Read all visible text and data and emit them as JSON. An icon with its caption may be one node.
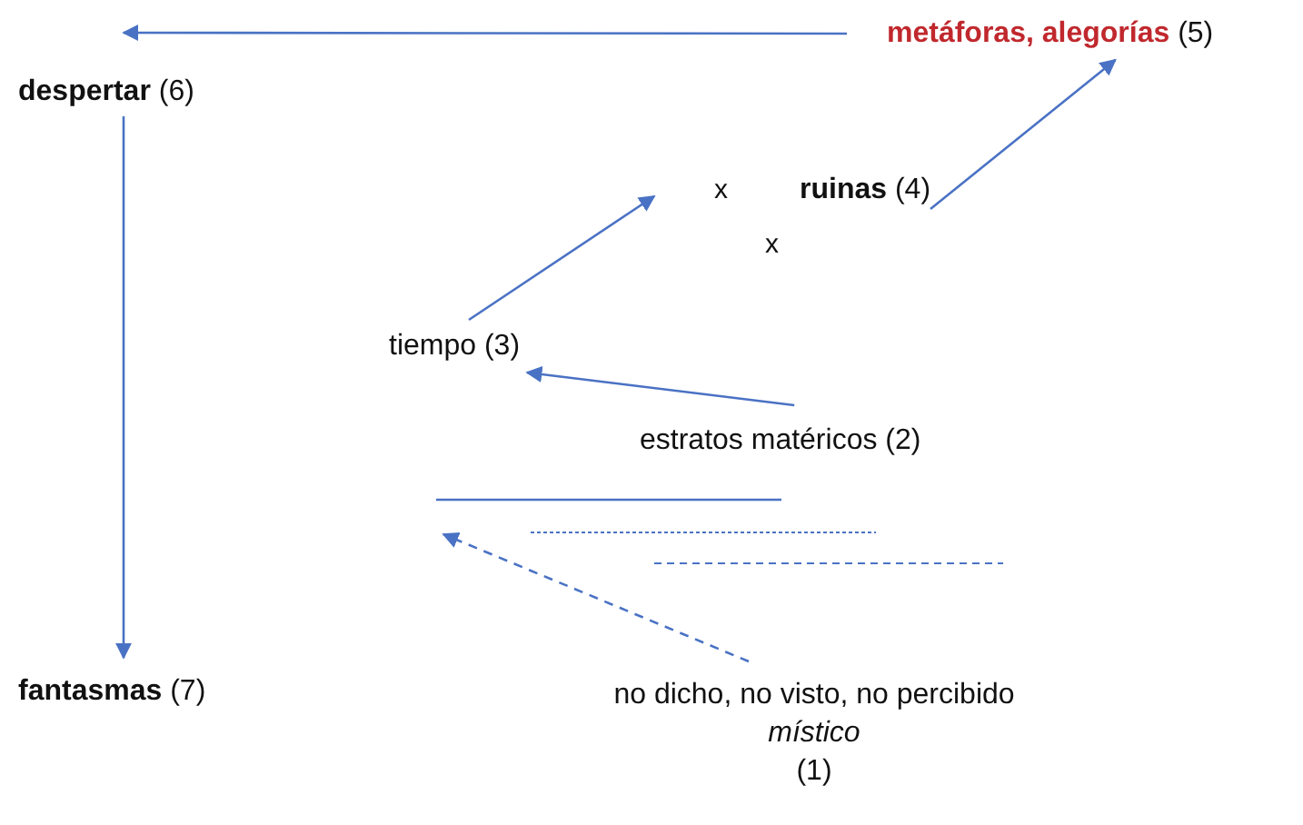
{
  "diagram": {
    "nodes": [
      {
        "text": [
          "**metáforas, alegorías** (5)"
        ]
      },
      {
        "text": [
          "**despertar** (6)"
        ]
      },
      {
        "text": [
          "**ruinas** (4)"
        ]
      },
      {
        "text": [
          "tiempo (3)"
        ]
      },
      {
        "text": [
          "estratos matéricos (2)"
        ]
      },
      {
        "text": [],
        "shape": "bar"
      },
      {
        "text": [
          "**fantasmas** (7)"
        ]
      },
      {
        "text": [
          "no dicho, no visto, no percibido",
          "místico",
          "(1)"
        ]
      }
    ],
    "edges": [
      {
        "from": 0,
        "to": 1,
        "arrow": "to"
      },
      {
        "from": 1,
        "to": 6,
        "arrow": "to"
      },
      {
        "from": 2,
        "to": 0,
        "arrow": "to"
      },
      {
        "from": 3,
        "to": 2,
        "arrow": "to"
      },
      {
        "from": 4,
        "to": 3,
        "arrow": "to"
      },
      {
        "from": 7,
        "to": 5,
        "arrow": "to",
        "style": "dashed"
      }
    ],
    "labels": [
      "x",
      "x"
    ]
  }
}
